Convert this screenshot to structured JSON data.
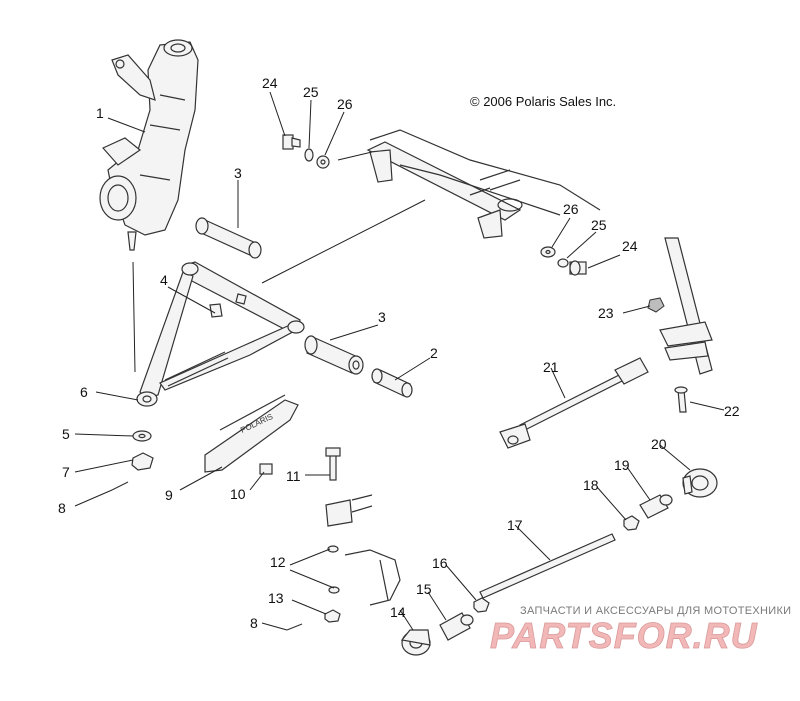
{
  "copyright": "© 2006 Polaris Sales Inc.",
  "watermark": {
    "tagline": "ЗАПЧАСТИ И АКСЕССУАРЫ ДЛЯ МОТОТЕХНИКИ",
    "logo": "PARTSFOR.RU"
  },
  "guard_logo_text": "POLARIS",
  "callouts": [
    "1",
    "2",
    "3",
    "3",
    "4",
    "5",
    "6",
    "7",
    "8",
    "8",
    "9",
    "10",
    "11",
    "12",
    "13",
    "14",
    "15",
    "16",
    "17",
    "18",
    "19",
    "20",
    "21",
    "22",
    "23",
    "24",
    "24",
    "25",
    "25",
    "26",
    "26"
  ]
}
